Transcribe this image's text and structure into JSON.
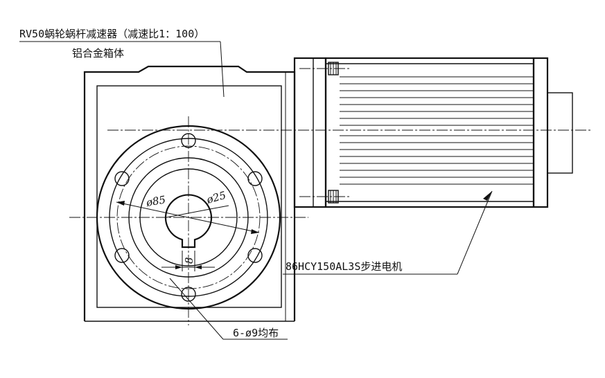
{
  "labels": {
    "reducer_line1": "RV50蜗轮蜗杆减速器（减速比1：100）",
    "reducer_line2": "铝合金箱体",
    "motor": "86HCY150AL3S步进电机",
    "holes": "6-ø9均布"
  },
  "dimensions": {
    "pcd": "ø85",
    "bore": "ø25",
    "key": "8"
  },
  "colors": {
    "line": "#111111",
    "background": "#ffffff"
  }
}
